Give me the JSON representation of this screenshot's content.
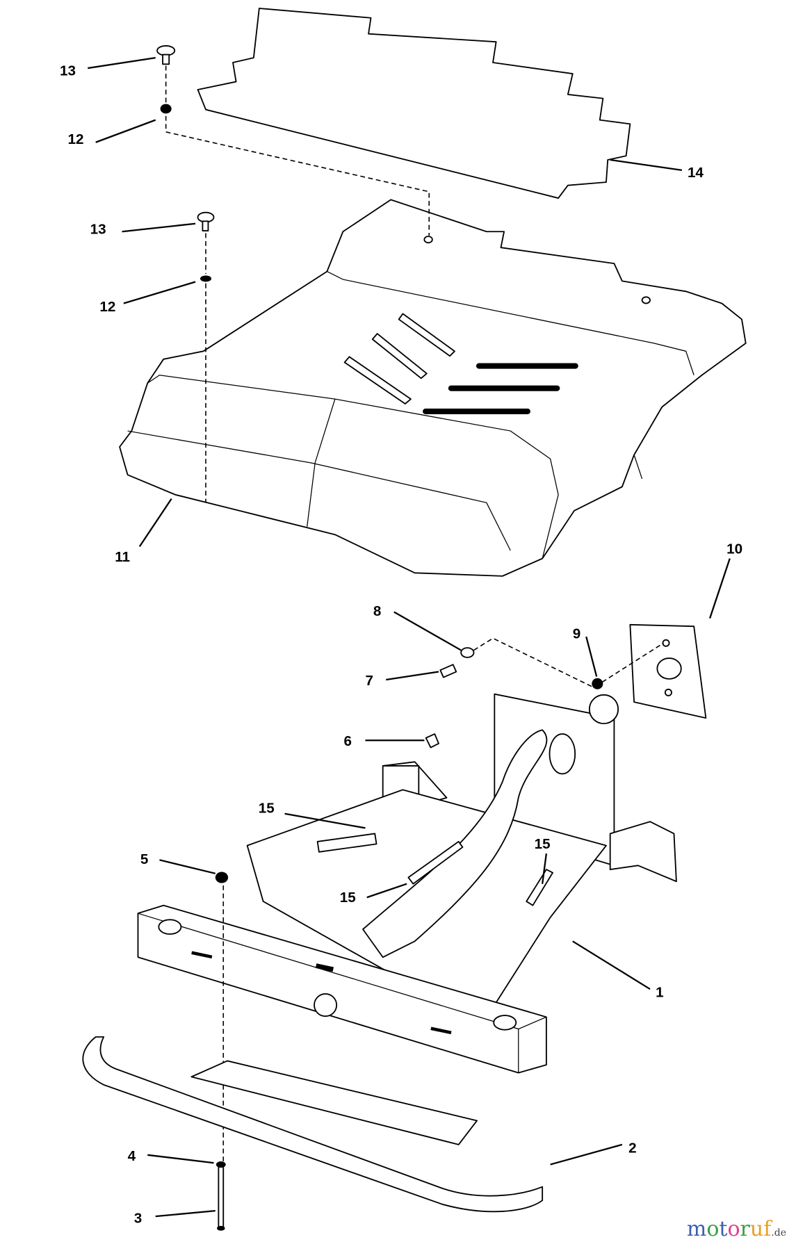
{
  "diagram": {
    "callouts": [
      "13",
      "12",
      "14",
      "13",
      "12",
      "11",
      "10",
      "8",
      "9",
      "7",
      "6",
      "15",
      "5",
      "15",
      "15",
      "1",
      "2",
      "4",
      "3"
    ]
  },
  "watermark": {
    "name": "motoruf",
    "suffix": ".de",
    "colors": [
      "#3a5fb0",
      "#3aa040",
      "#3a5fb0",
      "#e0408a",
      "#3aa040",
      "#e8a020",
      "#e8a020"
    ]
  }
}
